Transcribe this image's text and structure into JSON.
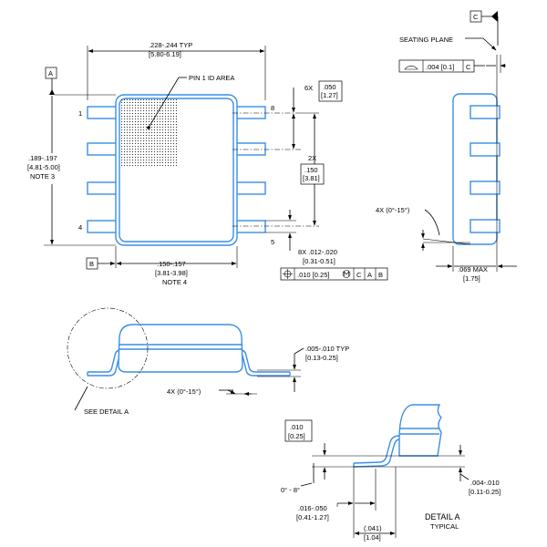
{
  "top_view": {
    "width_dim_line1": ".228-.244  TYP",
    "width_dim_line2": "[5.80-6.19]",
    "pin1_label": "PIN 1 ID AREA",
    "datum_a": "A",
    "datum_b": "B",
    "length_line1": ".189-.197",
    "length_line2": "[4.81-5.00]",
    "length_line3": "NOTE 3",
    "body_width_line1": ".150-.157",
    "body_width_line2": "[3.81-3.98]",
    "body_width_line3": "NOTE 4",
    "pin_1": "1",
    "pin_4": "4",
    "pin_5": "5",
    "pin_8": "8",
    "pitch_count": "6X",
    "pitch_line1": ".050",
    "pitch_line2": "[1.27]",
    "span_count": "2X",
    "span_line1": ".150",
    "span_line2": "[3.81]",
    "lead_width_line1": "8X .012-.020",
    "lead_width_line2": "[0.31-0.51]",
    "fcf_tolerance": ".010 [0.25]",
    "fcf_datum_c": "C",
    "fcf_datum_a": "A",
    "fcf_datum_b": "B"
  },
  "side_view": {
    "datum_c": "C",
    "seating_plane": "SEATING PLANE",
    "profile_tolerance": ".004 [0.1]",
    "profile_datum": "C",
    "angle_label": "4X (0°-15°)",
    "height_line1": ".069 MAX",
    "height_line2": "[1.75]"
  },
  "end_view": {
    "standoff_line1": ".005-.010  TYP",
    "standoff_line2": "[0.13-0.25]",
    "angle_label": "4X (0°-15°)",
    "detail_callout": "SEE DETAIL A"
  },
  "detail_a": {
    "thickness_line1": ".010",
    "thickness_line2": "[0.25]",
    "foot_angle": "0° - 8°",
    "foot_length_line1": ".016-.050",
    "foot_length_line2": "[0.41-1.27]",
    "footprint_line1": "(.041)",
    "footprint_line2": "[1.04]",
    "lead_thickness_line1": ".004-.010",
    "lead_thickness_line2": "[0.11-0.25]",
    "title": "DETAIL A",
    "subtitle": "TYPICAL"
  },
  "colors": {
    "outline": "#3a8ee6",
    "lines": "#000000",
    "background": "#ffffff"
  }
}
